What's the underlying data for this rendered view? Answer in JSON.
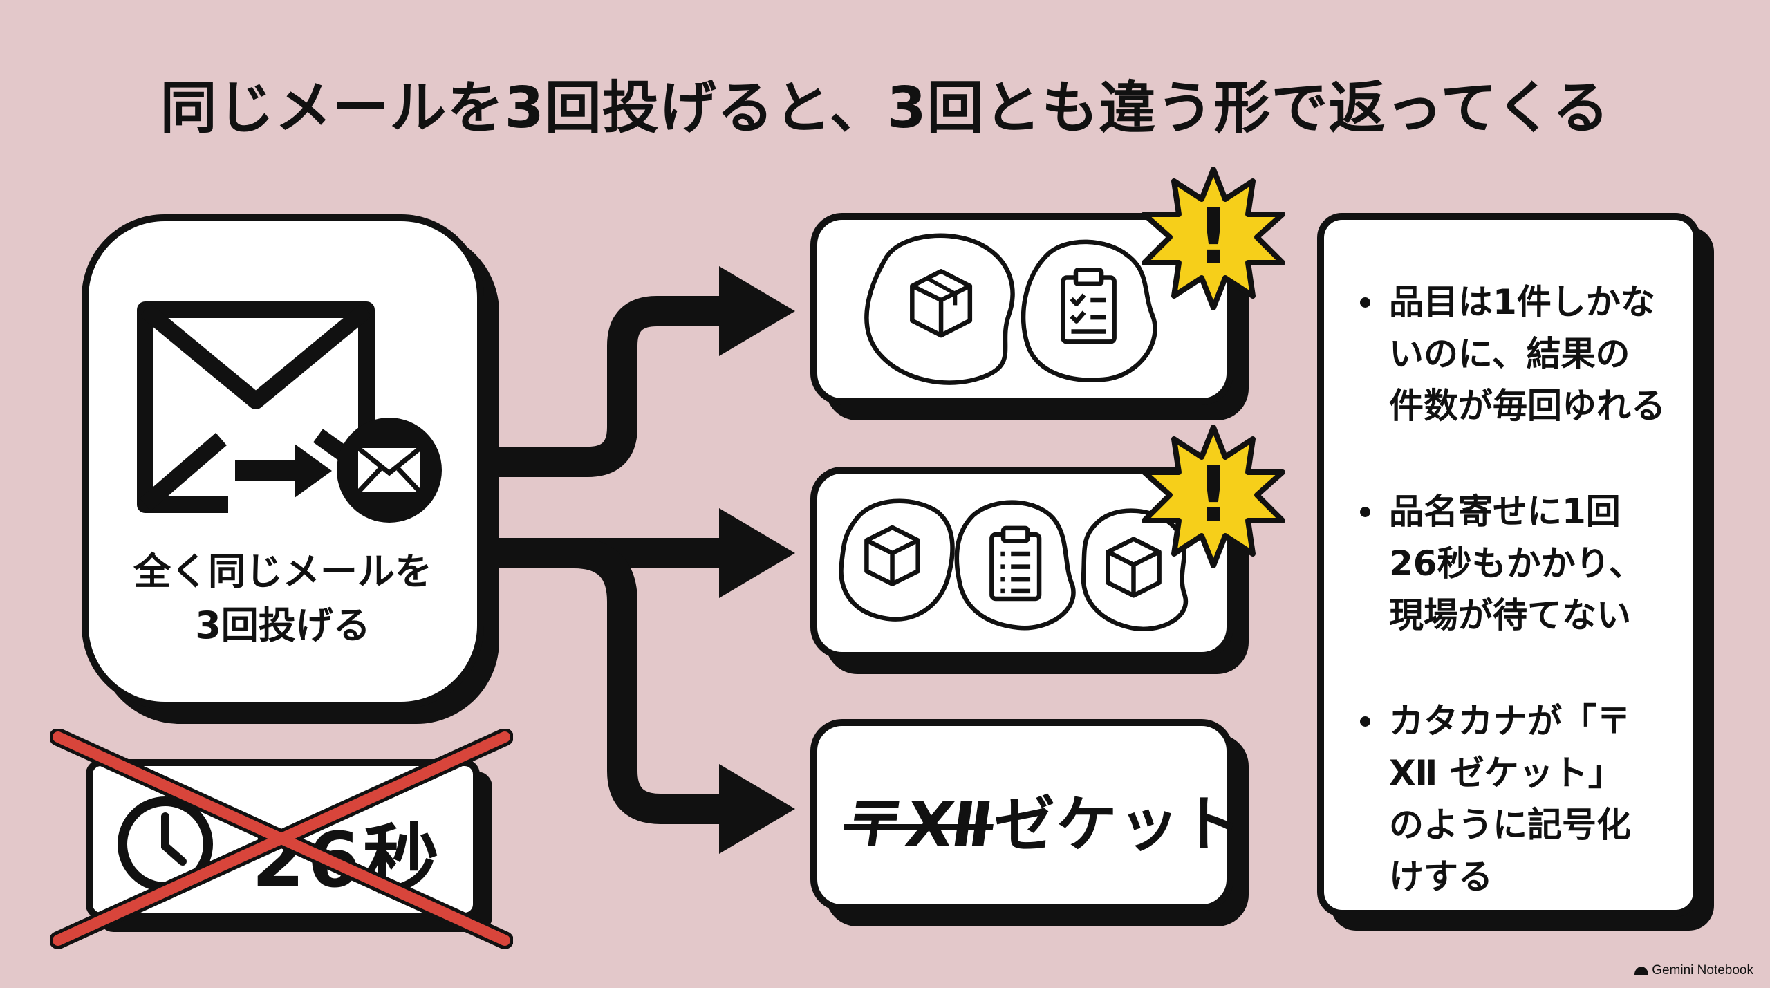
{
  "title": "同じメールを3回投げると、3回とも違う形で返ってくる",
  "source_label": "全く同じメールを\n3回投げる",
  "outputs": {
    "third_garbled_prefix": "〒Ⅻ",
    "third_garbled_text": "ゼケット"
  },
  "warning_mark": "!",
  "bullets": [
    "品目は1件しかな\nいのに、結果の\n件数が毎回ゆれる",
    "品名寄せに1回\n26秒もかかり、\n現場が待てない",
    "カタカナが「〒\nⅫ ゼケット」\nのように記号化\nけする"
  ],
  "timer": {
    "text": "26秒"
  },
  "brand": {
    "label": "Gemini Notebook"
  },
  "colors": {
    "background": "#e3c8ca",
    "ink": "#111111",
    "card": "#ffffff",
    "warning": "#f6cf1a",
    "cross": "#d8453b"
  },
  "icons": [
    "envelope-icon",
    "forward-arrow-icon",
    "small-envelope-icon",
    "box-icon",
    "clipboard-icon",
    "list-clipboard-icon",
    "warning-burst-icon",
    "clock-icon"
  ]
}
